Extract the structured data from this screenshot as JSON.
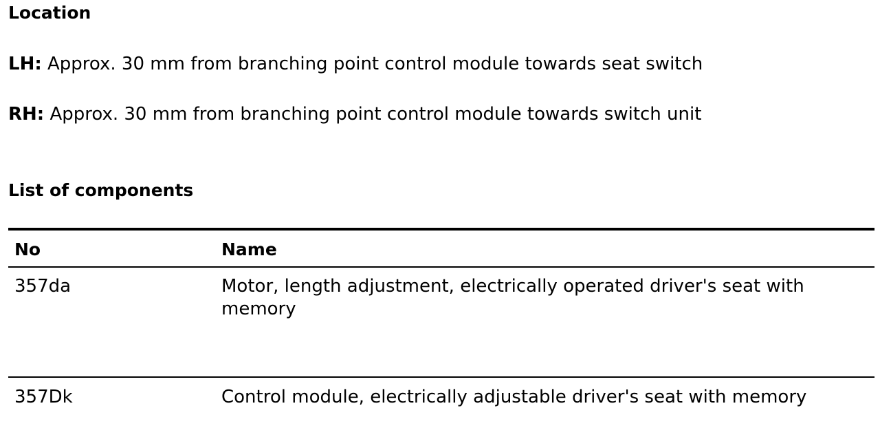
{
  "location": {
    "heading": "Location",
    "lh": {
      "tag": "LH:",
      "text": " Approx. 30 mm from branching point control module towards seat switch"
    },
    "rh": {
      "tag": "RH:",
      "text": " Approx. 30 mm from branching point control module towards switch unit"
    }
  },
  "components": {
    "heading": "List of components",
    "columns": {
      "no": "No",
      "name": "Name"
    },
    "rows": [
      {
        "no": "357da",
        "name": "Motor, length adjustment, electrically operated driver's seat with memory"
      },
      {
        "no": "357Dk",
        "name": "Control module, electrically adjustable driver's seat with memory"
      }
    ]
  }
}
